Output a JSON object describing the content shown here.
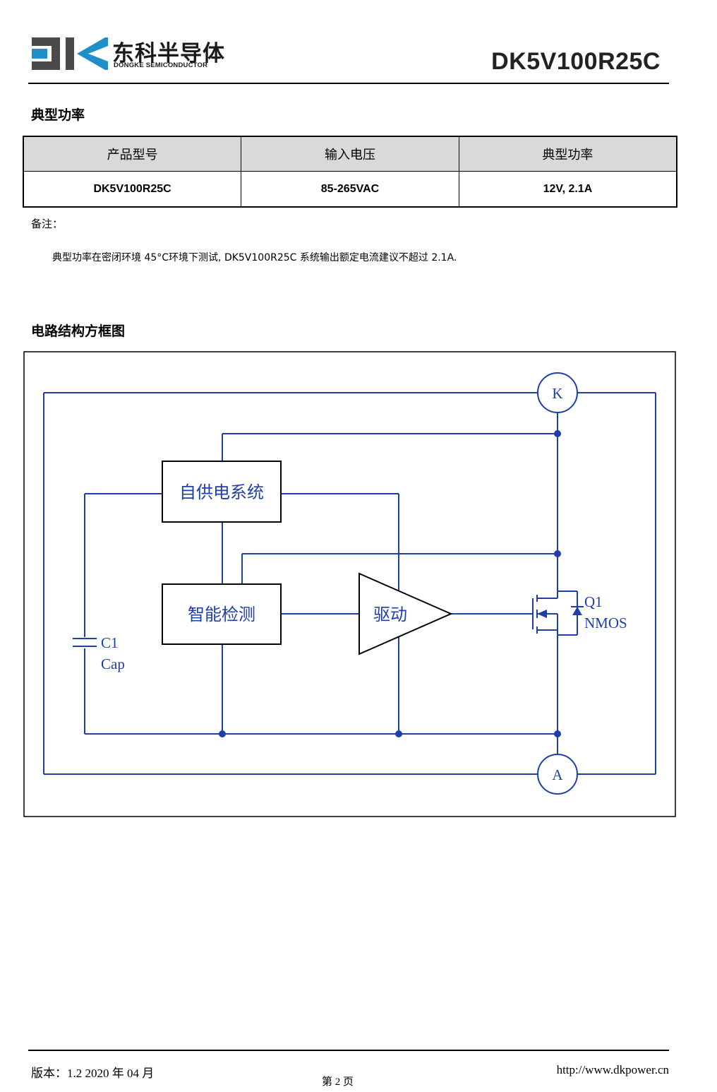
{
  "header": {
    "logo_cn": "东科半导体",
    "logo_en": "DONGKE SEMICONDUCTOR",
    "part_number": "DK5V100R25C"
  },
  "typical_power": {
    "heading": "典型功率",
    "table": {
      "columns": [
        "产品型号",
        "输入电压",
        "典型功率"
      ],
      "rows": [
        [
          "DK5V100R25C",
          "85-265VAC",
          "12V, 2.1A"
        ]
      ]
    },
    "note_label": "备注：",
    "note_text": "典型功率在密闭环境  45°C环境下测试, DK5V100R25C 系统输出额定电流建议不超过 2.1A."
  },
  "block_diagram": {
    "heading": "电路结构方框图",
    "pin_k": "K",
    "pin_a": "A",
    "block_supply": "自供电系统",
    "block_detect": "智能检测",
    "block_driver": "驱动",
    "cap_ref": "C1",
    "cap_label": "Cap",
    "mos_ref": "Q1",
    "mos_label": "NMOS"
  },
  "footer": {
    "version": "版本：1.2    2020 年 04 月",
    "page": "第 2 页",
    "url": "http://www.dkpower.cn"
  },
  "colors": {
    "diagram_line": "#1f3fa8",
    "table_header_bg": "#d9d9d9"
  }
}
